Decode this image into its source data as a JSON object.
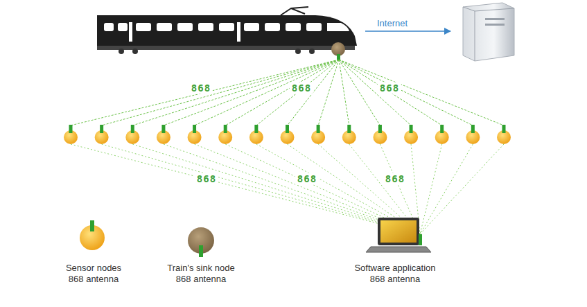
{
  "diagram": {
    "labels": [
      "Internet",
      "868",
      "868",
      "868",
      "868",
      "868",
      "868",
      "Software application 868 antenna"
    ],
    "legend": [
      {
        "text": "Sensor nodes 868 antenna"
      },
      {
        "text": "Train's sink node 868 antenna"
      }
    ]
  }
}
